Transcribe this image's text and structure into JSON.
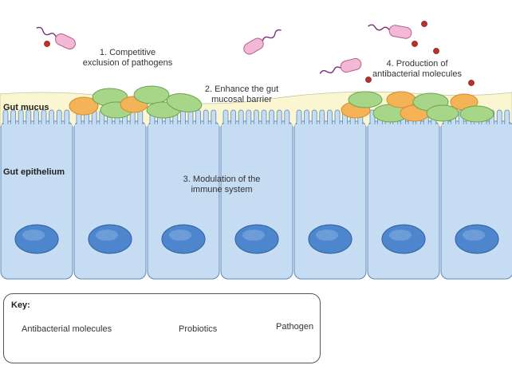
{
  "layers": {
    "mucus_label": "Gut mucus",
    "epithelium_label": "Gut epithelium"
  },
  "mechanisms": [
    {
      "number": "1.",
      "line1": "Competitive",
      "line2": "exclusion of pathogens"
    },
    {
      "number": "2.",
      "line1": "Enhance the gut",
      "line2": "mucosal barrier"
    },
    {
      "number": "3.",
      "line1": "Modulation of the",
      "line2": "immune system"
    },
    {
      "number": "4.",
      "line1": "Production of",
      "line2": "antibacterial molecules"
    }
  ],
  "key": {
    "title": "Key:",
    "antibacterial": "Antibacterial molecules",
    "probiotics": "Probiotics",
    "pathogen": "Pathogen"
  },
  "colors": {
    "mucus": "#fbf6d2",
    "epithelium": "#c5dcf2",
    "nucleus": "#4d86cc",
    "probiotic_green": "#a8d688",
    "probiotic_orange": "#f4b357",
    "pathogen": "#f2b8d6",
    "antibacterial": "#b8312a"
  }
}
